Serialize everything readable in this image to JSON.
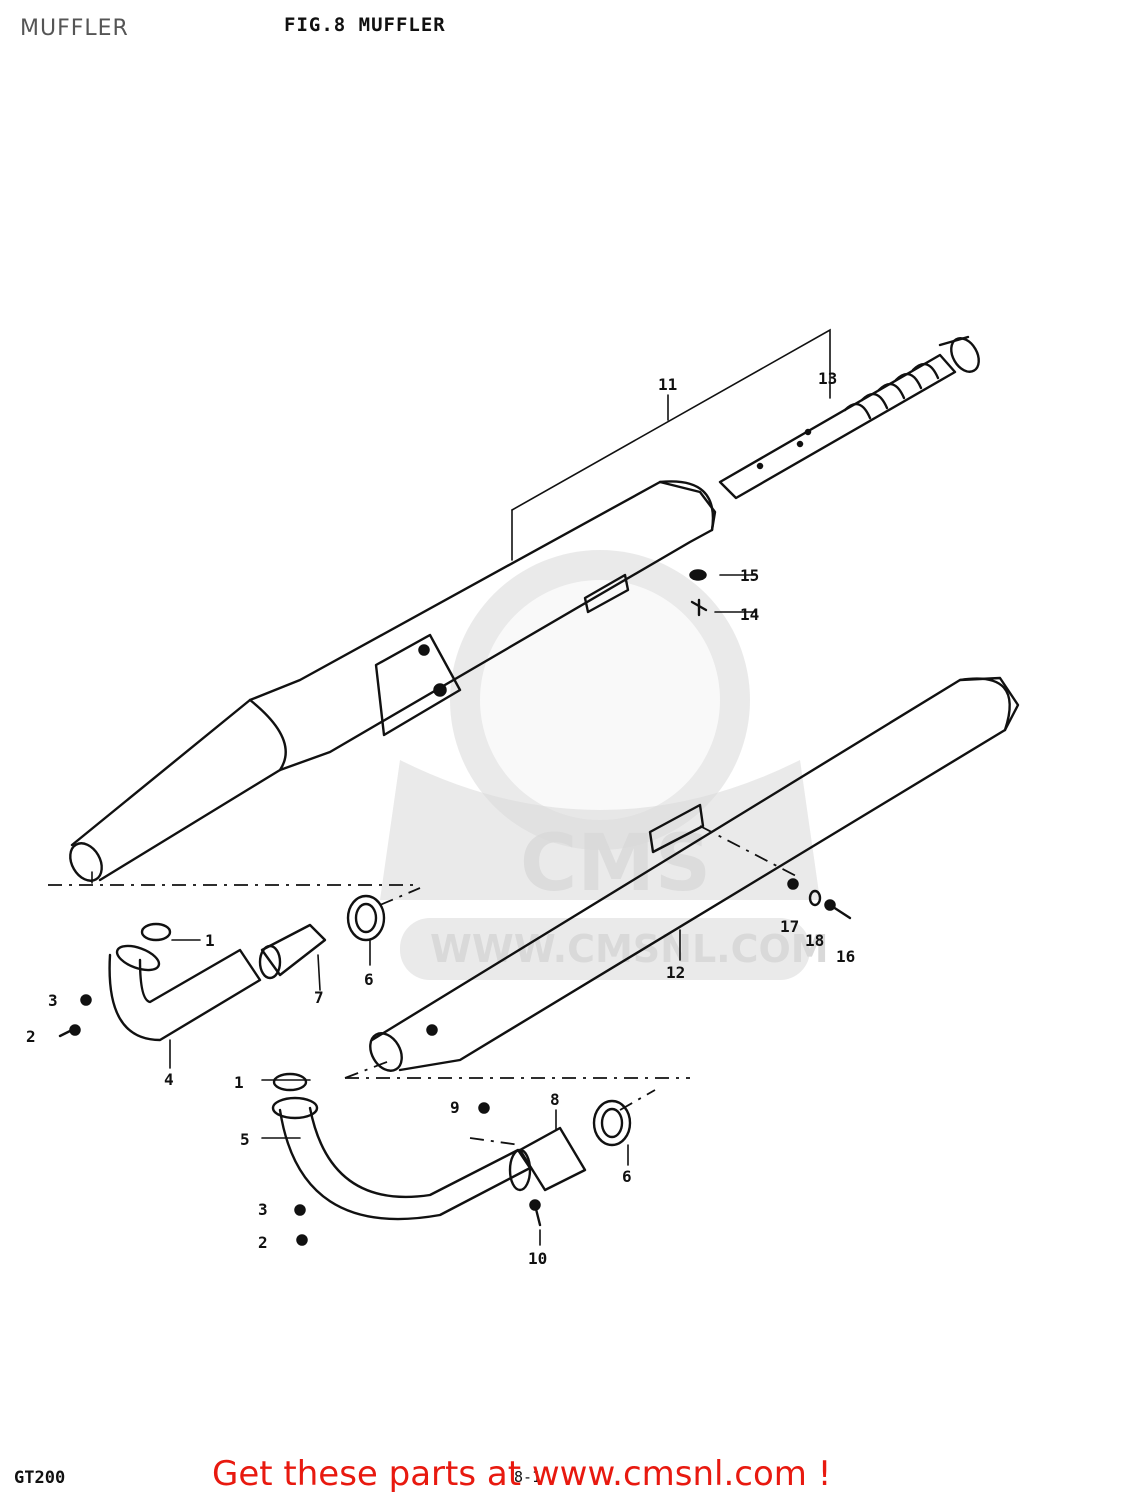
{
  "page_title": "MUFFLER",
  "figure_title": "FIG.8  MUFFLER",
  "model": "GT200",
  "page_number": "8-1",
  "call_to_action": "Get these parts at www.cmsnl.com !",
  "watermark": {
    "brand": "CMS",
    "url": "WWW.CMSNL.COM"
  },
  "callouts": [
    "1",
    "2",
    "3",
    "4",
    "6",
    "7",
    "11",
    "13",
    "15",
    "14",
    "17",
    "18",
    "16",
    "12",
    "1",
    "5",
    "9",
    "8",
    "6",
    "3",
    "2",
    "10"
  ],
  "colors": {
    "line_art": "#111111",
    "watermark": "#d9d9d9",
    "call_to_action": "#e8190f",
    "page_title": "#555555"
  }
}
